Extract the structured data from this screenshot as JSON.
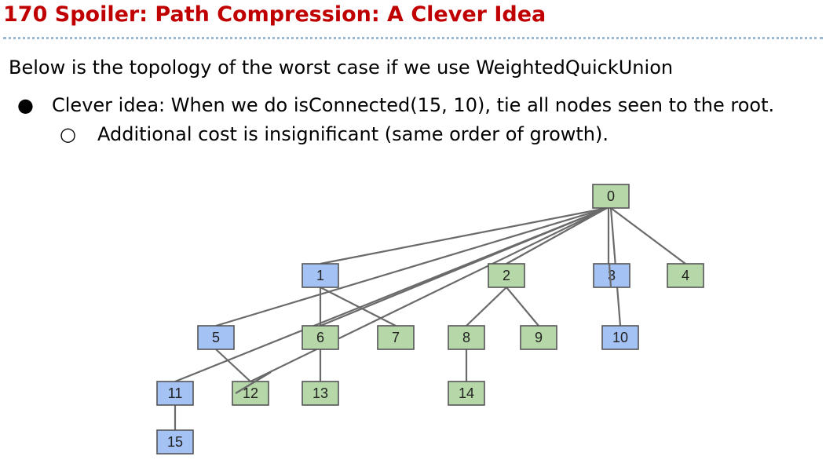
{
  "title": "170 Spoiler: Path Compression: A Clever Idea",
  "title_color": "#c00000",
  "intro": "Below is the topology of the worst case if we use WeightedQuickUnion",
  "bullets": [
    {
      "text": "Clever idea: When we do isConnected(15, 10), tie all nodes seen to the root.",
      "glyph": "●",
      "sub": [
        {
          "text": "Additional cost is insignificant (same order of growth).",
          "glyph": "○"
        }
      ]
    }
  ],
  "colors": {
    "blue_node": "#a4c2f4",
    "green_node": "#b6d7a8"
  },
  "tree": {
    "nodes": [
      {
        "label": "0",
        "color": "green"
      },
      {
        "label": "1",
        "color": "blue"
      },
      {
        "label": "2",
        "color": "green"
      },
      {
        "label": "3",
        "color": "blue"
      },
      {
        "label": "4",
        "color": "green"
      },
      {
        "label": "5",
        "color": "blue"
      },
      {
        "label": "6",
        "color": "green"
      },
      {
        "label": "7",
        "color": "green"
      },
      {
        "label": "8",
        "color": "green"
      },
      {
        "label": "9",
        "color": "green"
      },
      {
        "label": "10",
        "color": "blue"
      },
      {
        "label": "11",
        "color": "blue"
      },
      {
        "label": "12",
        "color": "green"
      },
      {
        "label": "13",
        "color": "green"
      },
      {
        "label": "14",
        "color": "green"
      },
      {
        "label": "15",
        "color": "blue"
      }
    ],
    "edges": [
      [
        "0",
        "1"
      ],
      [
        "0",
        "2"
      ],
      [
        "0",
        "3"
      ],
      [
        "0",
        "4"
      ],
      [
        "0",
        "5"
      ],
      [
        "0",
        "6"
      ],
      [
        "0",
        "10"
      ],
      [
        "0",
        "11"
      ],
      [
        "0",
        "12"
      ],
      [
        "1",
        "6"
      ],
      [
        "1",
        "7"
      ],
      [
        "2",
        "8"
      ],
      [
        "2",
        "9"
      ],
      [
        "5",
        "12"
      ],
      [
        "6",
        "13"
      ],
      [
        "8",
        "14"
      ],
      [
        "11",
        "15"
      ]
    ]
  }
}
